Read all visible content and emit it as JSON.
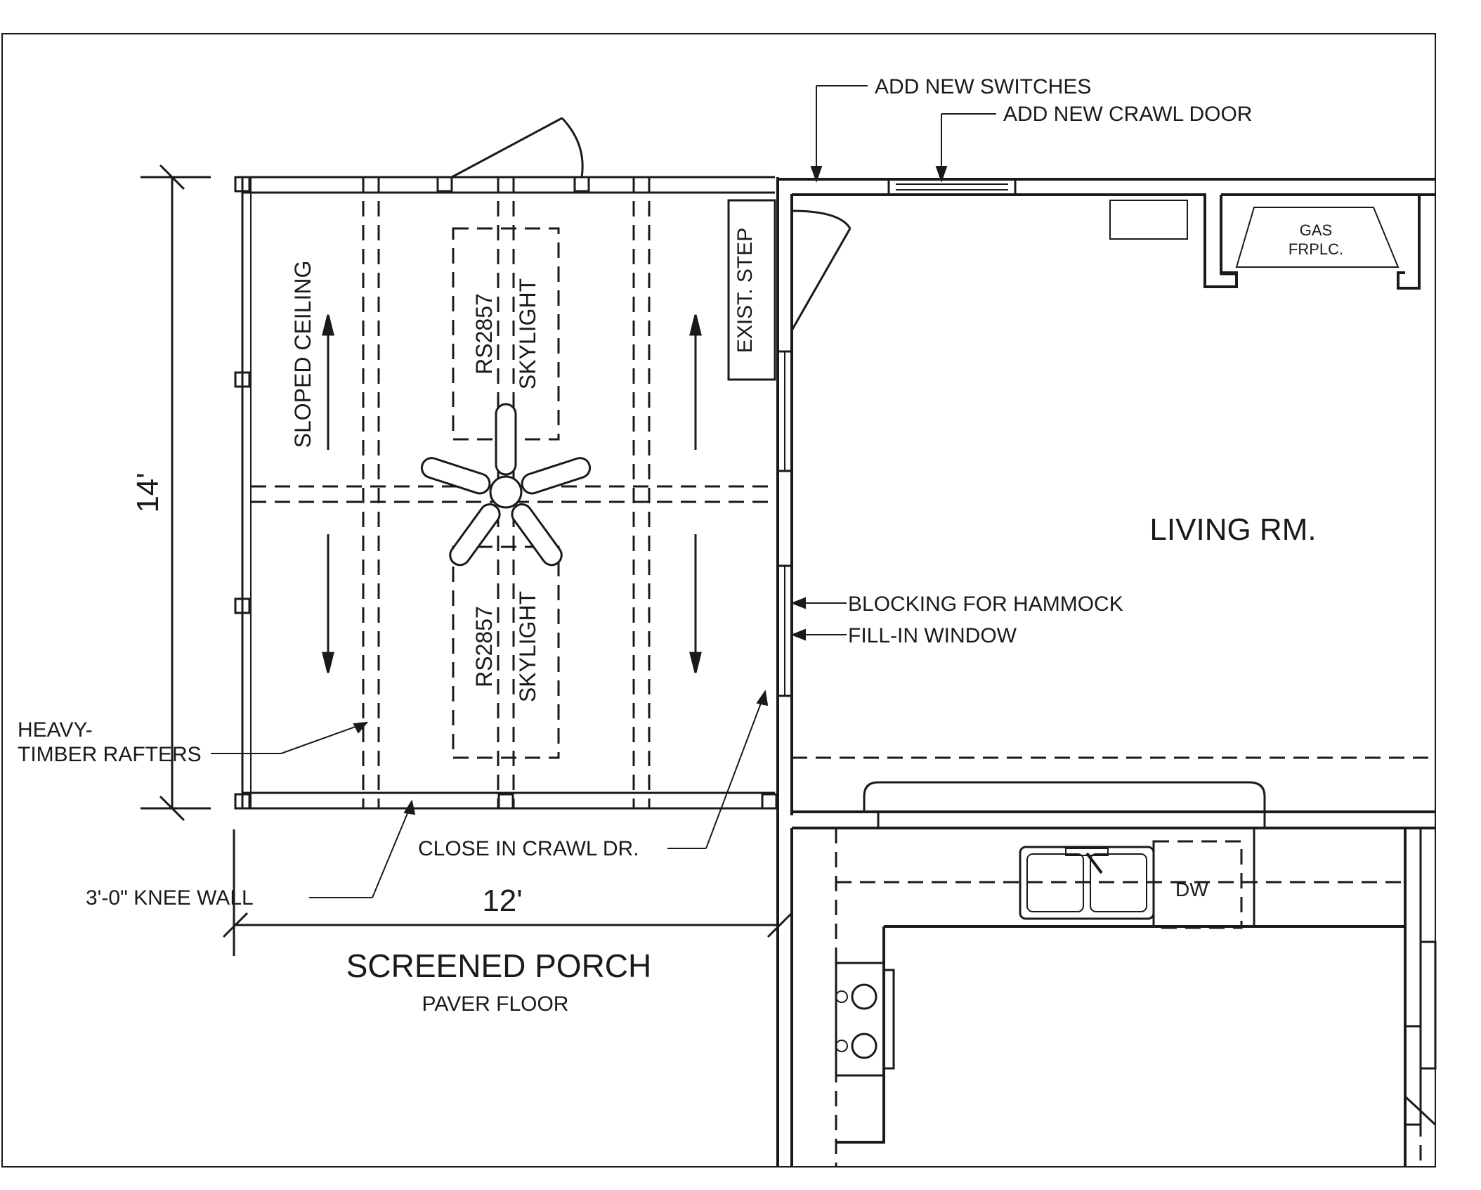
{
  "labels": {
    "add_switches": "ADD NEW SWITCHES",
    "add_crawl_door": "ADD NEW CRAWL DOOR",
    "gas_line1": "GAS",
    "gas_line2": "FRPLC.",
    "exist_step": "EXIST. STEP",
    "sloped_ceiling": "SLOPED CEILING",
    "skylight_top_model": "RS2857",
    "skylight_top_label": "SKYLIGHT",
    "skylight_bottom_model": "RS2857",
    "skylight_bottom_label": "SKYLIGHT",
    "dim_depth": "14'",
    "dim_width": "12'",
    "living_room": "LIVING RM.",
    "blocking": "BLOCKING FOR HAMMOCK",
    "fill_in_window": "FILL-IN WINDOW",
    "heavy": "HEAVY-",
    "timber_rafters": "TIMBER RAFTERS",
    "close_in_crawl": "CLOSE IN CRAWL DR.",
    "knee_wall": "3'-0\" KNEE WALL",
    "screened_porch": "SCREENED PORCH",
    "paver_floor": "PAVER FLOOR",
    "dw": "DW"
  }
}
